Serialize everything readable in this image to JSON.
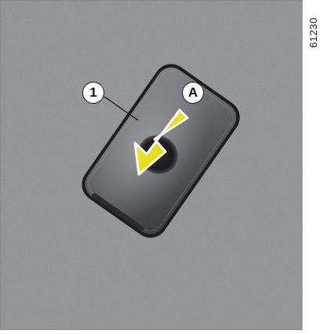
{
  "figure": {
    "reference_code": "61230",
    "callouts": {
      "item_1": "1",
      "item_a": "A"
    },
    "colors": {
      "background": "#8f9094",
      "card_body": "#5e5f61",
      "card_edge": "#2a2a2c",
      "arrow_fill": "#e8e200",
      "arrow_outline": "#ffffff"
    },
    "icons": [
      "key-card-icon",
      "insert-arrow-icon"
    ]
  }
}
